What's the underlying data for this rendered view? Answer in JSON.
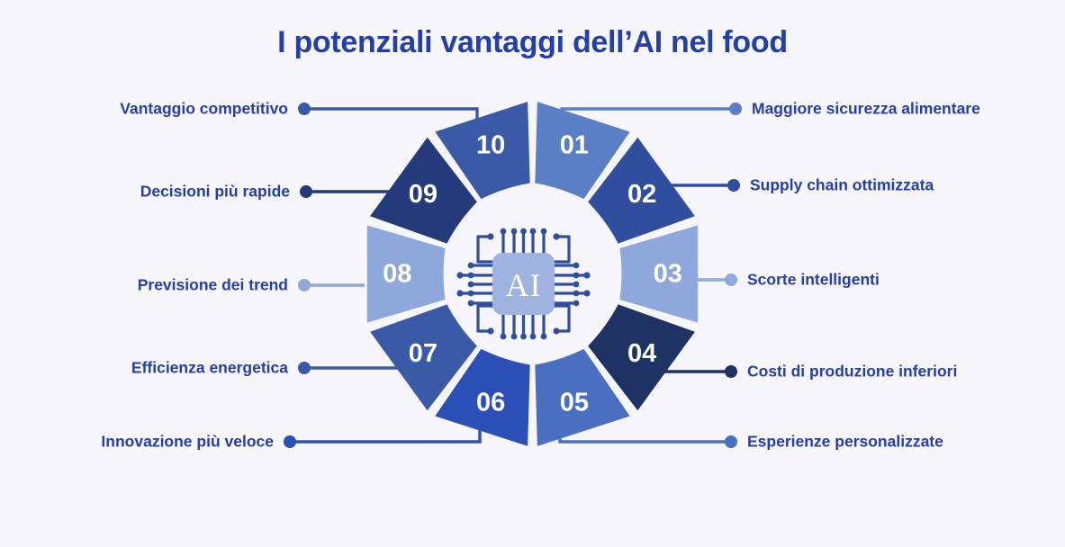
{
  "title": "I potenziali vantaggi dell’AI nel food",
  "background_color": "#f6f6fc",
  "title_color": "#2440a8",
  "center": {
    "icon": "ai-chip-icon",
    "label": "AI",
    "chip_color": "#9fb3e0",
    "trace_color": "#2f4f9e"
  },
  "chart_data": {
    "type": "donut",
    "title": "I potenziali vantaggi dell’AI nel food",
    "segment_count": 10,
    "categories": [
      "Maggiore sicurezza alimentare",
      "Supply chain ottimizzata",
      "Scorte intelligenti",
      "Costi di produzione inferiori",
      "Esperienze personalizzate",
      "Innovazione più veloce",
      "Efficienza energetica",
      "Previsione dei trend",
      "Decisioni più rapide",
      "Vantaggio competitivo"
    ],
    "values": [
      10,
      10,
      10,
      10,
      10,
      10,
      10,
      10,
      10,
      10
    ],
    "numbers": [
      "01",
      "02",
      "03",
      "04",
      "05",
      "06",
      "07",
      "08",
      "09",
      "10"
    ],
    "colors": [
      "#5a7fc4",
      "#2f4f9e",
      "#8fa8dc",
      "#1e3264",
      "#4a6fc0",
      "#2a50b8",
      "#3a5aa8",
      "#8fa8dc",
      "#253a7a",
      "#3a5aa8"
    ],
    "legend_position": "sides",
    "grid": false
  },
  "segments": [
    {
      "number": "01",
      "label": "Maggiore sicurezza alimentare",
      "color": "#5a7fc4",
      "side": "right"
    },
    {
      "number": "02",
      "label": "Supply chain ottimizzata",
      "color": "#2f4f9e",
      "side": "right"
    },
    {
      "number": "03",
      "label": "Scorte intelligenti",
      "color": "#8fa8dc",
      "side": "right"
    },
    {
      "number": "04",
      "label": "Costi di produzione inferiori",
      "color": "#1e3264",
      "side": "right"
    },
    {
      "number": "05",
      "label": "Esperienze personalizzate",
      "color": "#4a6fc0",
      "side": "right"
    },
    {
      "number": "06",
      "label": "Innovazione più veloce",
      "color": "#2a50b8",
      "side": "left"
    },
    {
      "number": "07",
      "label": "Efficienza energetica",
      "color": "#3a5aa8",
      "side": "left"
    },
    {
      "number": "08",
      "label": "Previsione dei trend",
      "color": "#8fa8dc",
      "side": "left"
    },
    {
      "number": "09",
      "label": "Decisioni più rapide",
      "color": "#253a7a",
      "side": "left"
    },
    {
      "number": "10",
      "label": "Vantaggio competitivo",
      "color": "#3a5aa8",
      "side": "left"
    }
  ]
}
